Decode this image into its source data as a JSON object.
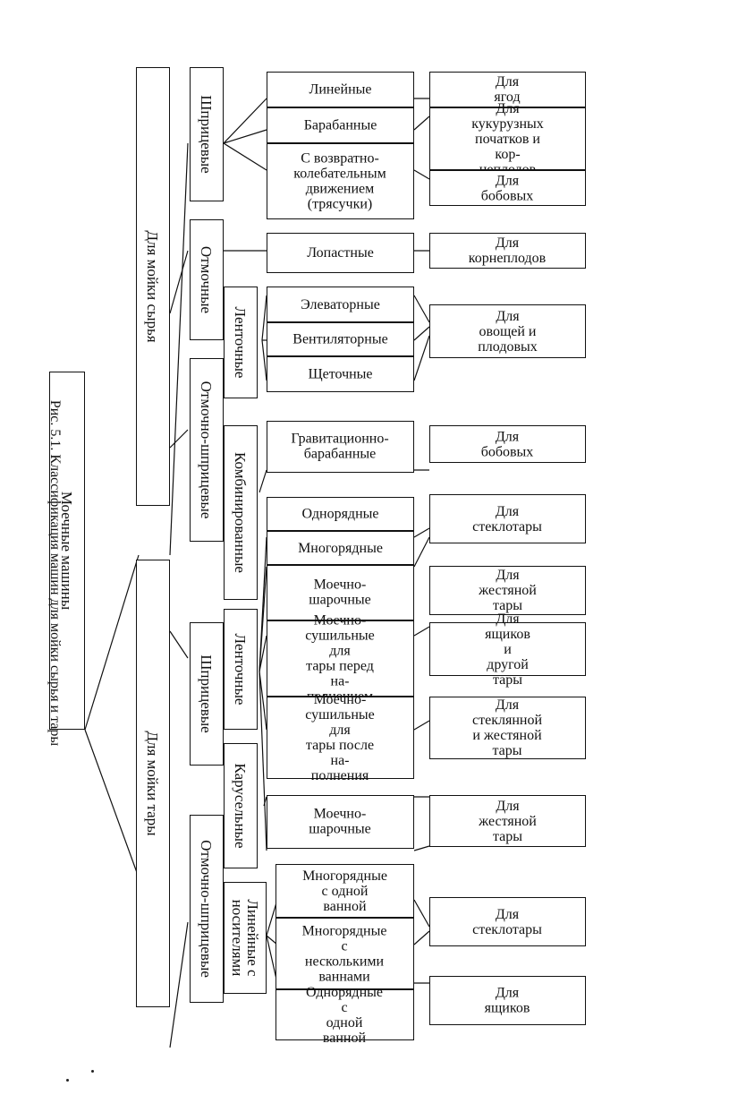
{
  "root": "Моечные машины",
  "groups": {
    "raw": "Для мойки сырья",
    "tare": "Для мойки тары"
  },
  "types": {
    "raw_shprits": "Шприцевые",
    "raw_otmoch": "Отмочные",
    "raw_otmoch_shprits": "Отмочно-шприцевые",
    "tare_shprits": "Шприцевые",
    "tare_otmoch_shprits": "Отмочно-шприцевые"
  },
  "subtypes": {
    "raw_lentoch": "Ленточные",
    "raw_kombin": "Комбинированные",
    "tare_lentoch": "Ленточные",
    "tare_karusel": "Карусельные",
    "tare_lineinye": "Линейные с\nносителями"
  },
  "machines": {
    "lineinye": "Линейные",
    "barabannye": "Барабанные",
    "vozvratno": "С возвратно-\nколебательным\nдвижением\n(трясучки)",
    "lopastnye": "Лопастные",
    "elevatornye": "Элеваторные",
    "ventilyatornye": "Вентиляторные",
    "shchetochnye": "Щеточные",
    "gravitats": "Гравитационно-\nбарабанные",
    "odnoryadnye": "Однорядные",
    "mnogoryadnye": "Многорядные",
    "moech_sharoch_1": "Моечно-\nшарочные",
    "moech_sush_pered": "Моечно-\nсушильные для\nтары перед на-\nполнением",
    "moech_sush_posle": "Моечно-\nсушильные для\nтары после на-\nполнения",
    "moech_sharoch_2": "Моечно-\nшарочные",
    "mnogoryad_odna": "Многорядные\nс одной ванной",
    "mnogoryad_neskolko": "Многорядные\nс несколькими\nваннами",
    "odnoryad_odna": "Однорядные с\nодной ванной"
  },
  "purposes": {
    "yagod": "Для ягод",
    "kukuruzy": "Для кукурузных\nпочатков и кор-\nнеплодов",
    "bobovyh_1": "Для бобовых",
    "korneplodov": "Для корнеплодов",
    "ovoshchei": "Для овощей и\nплодовых",
    "bobovyh_2": "Для бобовых",
    "steklotary_1": "Для стеклотары",
    "zhest_tary_1": "Для жестяной\nтары",
    "yashchikov_drugoi": "Для ящиков и\nдругой тары",
    "stekl_zhest": "Для стеклянной\nи жестяной тары",
    "zhest_tary_2": "Для жестяной\nтары",
    "steklotary_2": "Для стеклотары",
    "yashchikov": "Для ящиков"
  },
  "caption": "Рис. 5.1. Классификация машин для мойки сырья и тары",
  "colors": {
    "ink": "#111111",
    "paper": "#ffffff"
  }
}
